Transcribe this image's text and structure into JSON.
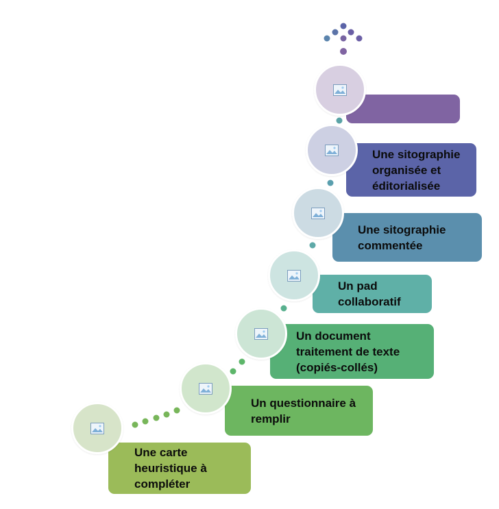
{
  "steps": [
    {
      "label": "Une carte\nheuristique  à\ncompléter",
      "color": "#9bbb59",
      "circle_color": "#d7e4c9"
    },
    {
      "label": "Un questionnaire  à\nremplir",
      "color": "#6db660",
      "circle_color": "#d1e6cc"
    },
    {
      "label": "Un document\ntraitement de texte\n(copiés-collés)",
      "color": "#56b076",
      "circle_color": "#cce5d5"
    },
    {
      "label": "Un pad\ncollaboratif",
      "color": "#5fb0a7",
      "circle_color": "#cde4e1"
    },
    {
      "label": "Une sitographie\ncommentée",
      "color": "#5b8fad",
      "circle_color": "#ccdbe3"
    },
    {
      "label": "Une sitographie\norganisée et\néditorialisée",
      "color": "#5b64a8",
      "circle_color": "#cdd0e3"
    },
    {
      "label": "",
      "color": "#8064a2",
      "circle_color": "#d8cfe1"
    }
  ],
  "icons": {
    "step_image": "picture-placeholder-icon",
    "top_ornament": "dots-arrow-icon"
  }
}
